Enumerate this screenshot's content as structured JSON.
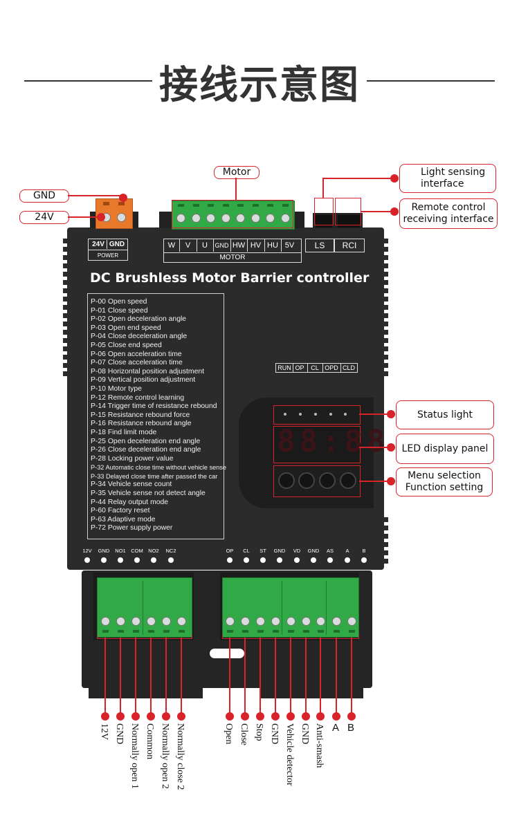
{
  "title": "接线示意图",
  "callouts": {
    "motor": "Motor",
    "gnd": "GND",
    "v24": "24V",
    "light_sensing": "Light sensing interface",
    "remote_control": "Remote control receiving interface",
    "status_light": "Status light",
    "led_display": "LED display panel",
    "menu_selection": "Menu selection Function setting"
  },
  "controller": {
    "title": "DC Brushless Motor Barrier controller",
    "power_labels": [
      "24V",
      "GND"
    ],
    "power_caption": "POWER",
    "motor_labels": [
      "W",
      "V",
      "U",
      "GND",
      "HW",
      "HV",
      "HU",
      "5V"
    ],
    "motor_caption": "MOTOR",
    "ls_label": "LS",
    "rci_label": "RCI",
    "status_labels": [
      "RUN",
      "OP",
      "CL",
      "OPD",
      "CLD"
    ],
    "display_text": "88:88",
    "parameters": [
      "P-00  Open speed",
      "P-01  Close speed",
      "P-02  Open deceleration angle",
      "P-03  Open end speed",
      "P-04  Close deceleration angle",
      "P-05  Close end speed",
      "P-06  Open acceleration time",
      "P-07  Close acceleration time",
      "P-08  Horizontal position adjustment",
      "P-09  Vertical position adjustment",
      "P-10  Motor type",
      "P-12  Remote control learning",
      "P-14  Trigger time of resistance rebound",
      "P-15  Resistance rebound force",
      "P-16  Resistance rebound angle",
      "P-18  Find limit mode",
      "P-25  Open deceleration end angle",
      "P-26  Close deceleration end angle",
      "P-28  Locking power value",
      "P-32  Automatic close time without vehicle sense",
      "P-33  Delayed close time after passed the car",
      "P-34  Vehicle sense count",
      "P-35  Vehicle sense not detect angle",
      "P-44  Relay output mode",
      "P-60  Factory reset",
      "P-63  Adaptive mode",
      "P-72  Power supply power"
    ],
    "bottom_terminals_left": [
      "12V",
      "GND",
      "NO1",
      "COM",
      "NO2",
      "NC2"
    ],
    "bottom_terminals_right": [
      "OP",
      "CL",
      "ST",
      "GND",
      "VD",
      "GND",
      "AS",
      "A",
      "B"
    ]
  },
  "wire_labels_left": [
    "12V",
    "GND",
    "Normally open 1",
    "Common",
    "Normally open 2",
    "Normally close 2"
  ],
  "wire_labels_right": [
    "Open",
    "Close",
    "Stop",
    "GND",
    "Vehicle detector",
    "GND",
    "Anti-smash",
    "A",
    "B"
  ],
  "colors": {
    "accent_red": "#d8232a",
    "terminal_green": "#31a946",
    "housing": "#2b2b2b",
    "connector_orange": "#e8792b"
  }
}
